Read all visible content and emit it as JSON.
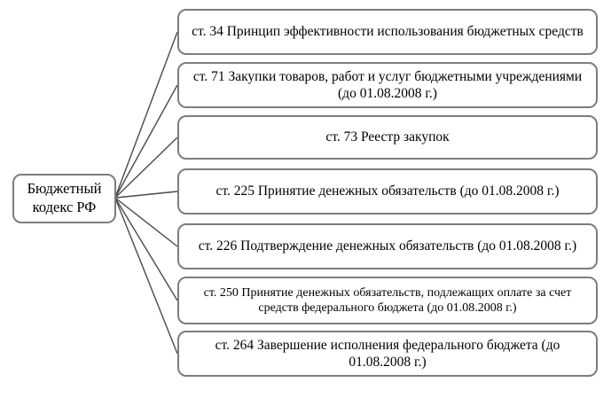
{
  "diagram": {
    "title": "Budget Code of the Russian Federation article map",
    "root": {
      "label": "Бюджетный кодекс РФ"
    },
    "articles": [
      {
        "text": "ст. 34 Принцип эффективности использования бюджетных средств"
      },
      {
        "text": "ст. 71 Закупки товаров, работ и услуг бюджетными учреждениями (до 01.08.2008 г.)"
      },
      {
        "text": "ст. 73 Реестр закупок"
      },
      {
        "text": "ст. 225 Принятие денежных обязательств (до 01.08.2008 г.)"
      },
      {
        "text": "ст. 226 Подтверждение денежных обязательств (до 01.08.2008 г.)"
      },
      {
        "text": "ст. 250 Принятие денежных обязательств, подлежащих оплате за счет средств федерального бюджета (до 01.08.2008 г.)"
      },
      {
        "text": "ст. 264 Завершение исполнения федерального бюджета (до 01.08.2008 г.)"
      }
    ],
    "colors": {
      "border": "#7d7d7d",
      "connector": "#4a4a4a",
      "text": "#000000",
      "background": "#ffffff"
    }
  }
}
